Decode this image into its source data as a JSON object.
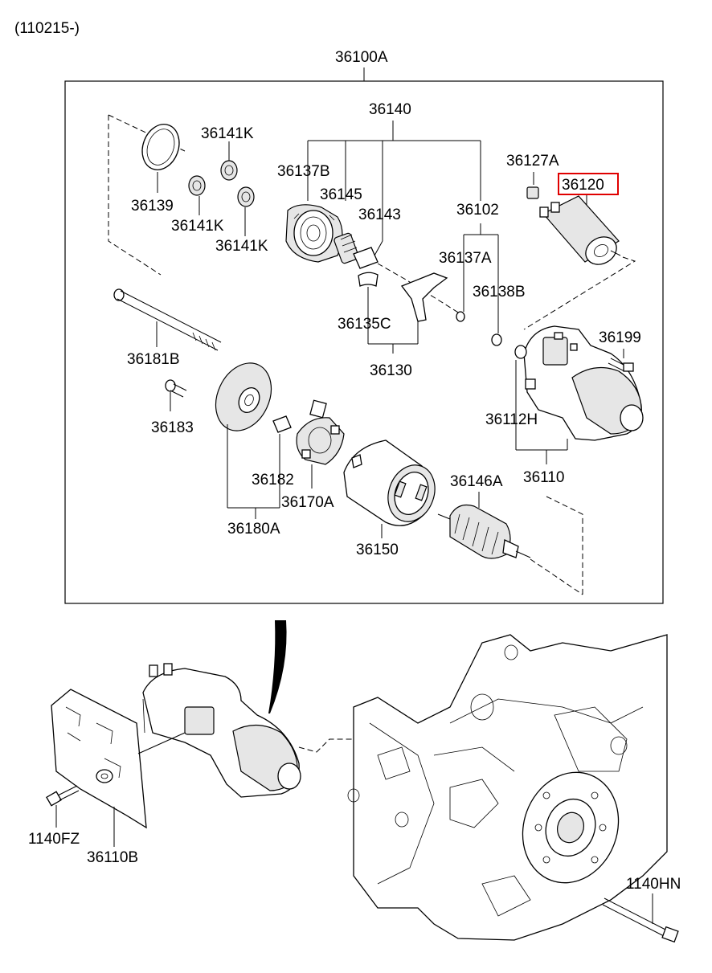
{
  "revision_note": "(110215-)",
  "assembly_label": "36100A",
  "parts": {
    "p36140": "36140",
    "p36141K_a": "36141K",
    "p36141K_b": "36141K",
    "p36141K_c": "36141K",
    "p36137B": "36137B",
    "p36145": "36145",
    "p36143": "36143",
    "p36139": "36139",
    "p36127A": "36127A",
    "p36120": "36120",
    "p36102": "36102",
    "p36137A": "36137A",
    "p36138B": "36138B",
    "p36135C": "36135C",
    "p36130": "36130",
    "p36181B": "36181B",
    "p36199": "36199",
    "p36183": "36183",
    "p36112H": "36112H",
    "p36182": "36182",
    "p36170A": "36170A",
    "p36146A": "36146A",
    "p36110": "36110",
    "p36180A": "36180A",
    "p36150": "36150",
    "p1140FZ": "1140FZ",
    "p36110B": "36110B",
    "p1140HN": "1140HN"
  },
  "highlight_color": "#e00000"
}
